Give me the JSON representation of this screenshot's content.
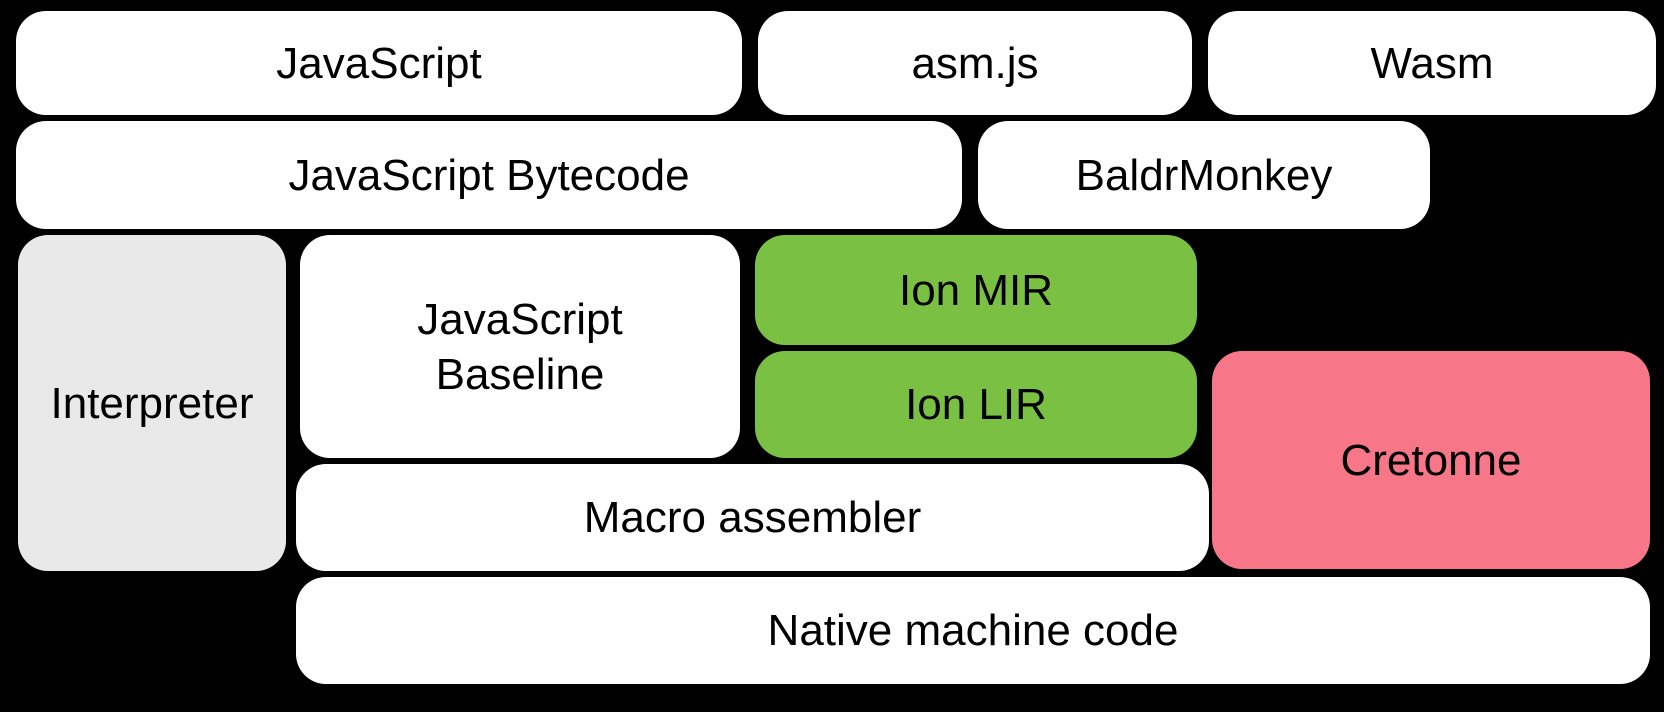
{
  "colors": {
    "background": "#000000",
    "box_white": "#ffffff",
    "box_gray": "#e9e9e9",
    "box_green": "#7ac143",
    "box_pink": "#f77789",
    "text": "#000000"
  },
  "boxes": {
    "javascript": {
      "label": "JavaScript",
      "color": "#ffffff"
    },
    "asmjs": {
      "label": "asm.js",
      "color": "#ffffff"
    },
    "wasm": {
      "label": "Wasm",
      "color": "#ffffff"
    },
    "javascript_bytecode": {
      "label": "JavaScript Bytecode",
      "color": "#ffffff"
    },
    "baldrmonkey": {
      "label": "BaldrMonkey",
      "color": "#ffffff"
    },
    "interpreter": {
      "label": "Interpreter",
      "color": "#e9e9e9"
    },
    "javascript_baseline": {
      "label": "JavaScript Baseline",
      "color": "#ffffff"
    },
    "ion_mir": {
      "label": "Ion MIR",
      "color": "#7ac143"
    },
    "ion_lir": {
      "label": "Ion LIR",
      "color": "#7ac143"
    },
    "cretonne": {
      "label": "Cretonne",
      "color": "#f77789"
    },
    "macro_assembler": {
      "label": "Macro assembler",
      "color": "#ffffff"
    },
    "native_machine_code": {
      "label": "Native machine code",
      "color": "#ffffff"
    }
  }
}
